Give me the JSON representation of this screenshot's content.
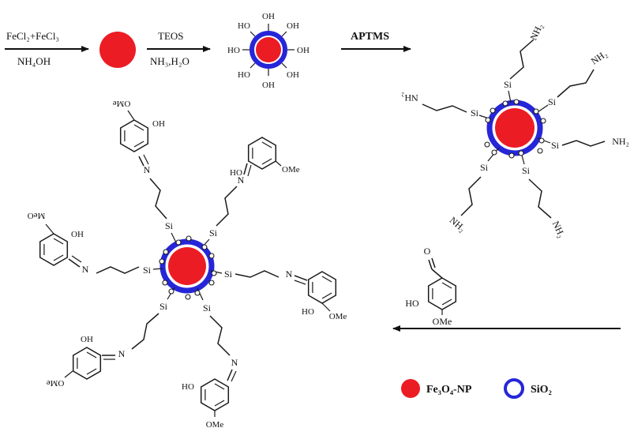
{
  "colors": {
    "red": "#ec1c24",
    "blue": "#2626d8",
    "line": "#1a1a1a"
  },
  "steps": {
    "s1_above": "FeCl₂+FeCl₃",
    "s1_below": "NH₄OH",
    "s2_above": "TEOS",
    "s2_below": "NH₃,H₂O",
    "s3_above": "APTMS"
  },
  "atoms": {
    "oh": "OH",
    "ho": "HO",
    "nh2": "NH₂",
    "si": "Si",
    "n": "N",
    "o": "O",
    "ome": "OMe",
    "meo": "MeO"
  },
  "legend": {
    "fe3o4": "Fe₃O₄-NP",
    "sio2": "SiO₂"
  }
}
